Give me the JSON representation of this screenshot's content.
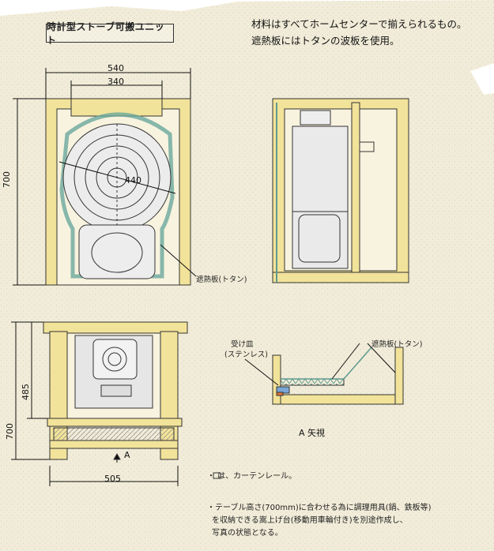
{
  "notes": {
    "line1": "材料はすべてホームセンターで揃えられるもの。",
    "line2": "遮熱板にはトタンの波板を使用。"
  },
  "title": "時計型ストーブ可搬ユニット",
  "dimensions": {
    "width_outer": "540",
    "width_inner": "340",
    "diameter": "440",
    "height_top": "700",
    "height_front": "700",
    "height_inner": "485",
    "width_front": "505"
  },
  "labels": {
    "heat_shield_top": "遮熱板(トタン)",
    "receiver_tray_1": "受け皿",
    "receiver_tray_2": "(ステンレス)",
    "heat_shield_detail": "遮熱板(トタン)",
    "section_marker": "A",
    "view_a": "A 矢視"
  },
  "footnotes": {
    "rail": "・ は、カーテンレール。",
    "stand_1": "・テーブル高さ(700mm)に合わせる為に調理用具(鍋、鉄板等)",
    "stand_2": "を収納できる嵩上げ台(移動用車輪付き)を別途作成し、",
    "stand_3": "写真の状態となる。"
  },
  "colors": {
    "paper": "#f1ecd9",
    "wood": "#f2e39a",
    "shield": "#8fc2b8",
    "line": "#333333"
  }
}
